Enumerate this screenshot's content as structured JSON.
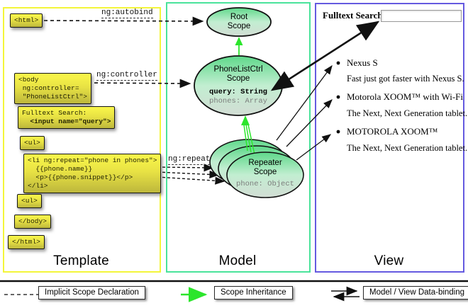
{
  "panels": {
    "template": {
      "title": "Template",
      "border_color": "#f3f53a"
    },
    "model": {
      "title": "Model",
      "border_color": "#4ae39b"
    },
    "view": {
      "title": "View",
      "border_color": "#655ae0"
    }
  },
  "template_code": {
    "html_open": "<html>",
    "body_open": "<body\n ng:controller=\n \"PhoneListCtrl\">",
    "fulltext_line1": "Fulltext Search:",
    "fulltext_line2": "  <input name=\"query\">",
    "ul_open": "<ul>",
    "li_repeat": "<li ng:repeat=\"phone in phones\">\n  {{phone.name}}\n  <p>{{phone.snippet}}</p>\n</li>",
    "ul_close": "<ul>",
    "body_close": "</body>",
    "html_close": "</html>"
  },
  "arrow_labels": {
    "autobind": "ng:autobind",
    "controller": "ng:controller",
    "repeat": "ng:repeat"
  },
  "model_scopes": {
    "root": {
      "name": "Root\nScope"
    },
    "phonelist": {
      "name": "PhoneListCtrl\nScope",
      "prop_query": "query: String",
      "prop_phones": "phones: Array"
    },
    "repeater": {
      "name": "Repeater\nScope",
      "prop_phone": "phone: Object"
    }
  },
  "view_content": {
    "search_label": "Fulltext Search:",
    "search_value": "",
    "items": [
      {
        "title": "Nexus S",
        "desc": "Fast just got faster with Nexus S."
      },
      {
        "title": "Motorola XOOM™ with Wi-Fi",
        "desc": "The Next, Next Generation tablet."
      },
      {
        "title": "MOTOROLA XOOM™",
        "desc": "The Next, Next Generation tablet."
      }
    ]
  },
  "legend": {
    "implicit": "Implicit Scope Declaration",
    "inheritance": "Scope Inheritance",
    "binding": "Model / View Data-binding"
  },
  "colors": {
    "scope_green_top": "#5ed88a",
    "scope_green_bottom": "#d2ddd4",
    "inheritance_green": "#2ce52c",
    "box_yellow_top": "#faf74a",
    "box_yellow_bottom": "#bdb73c"
  }
}
